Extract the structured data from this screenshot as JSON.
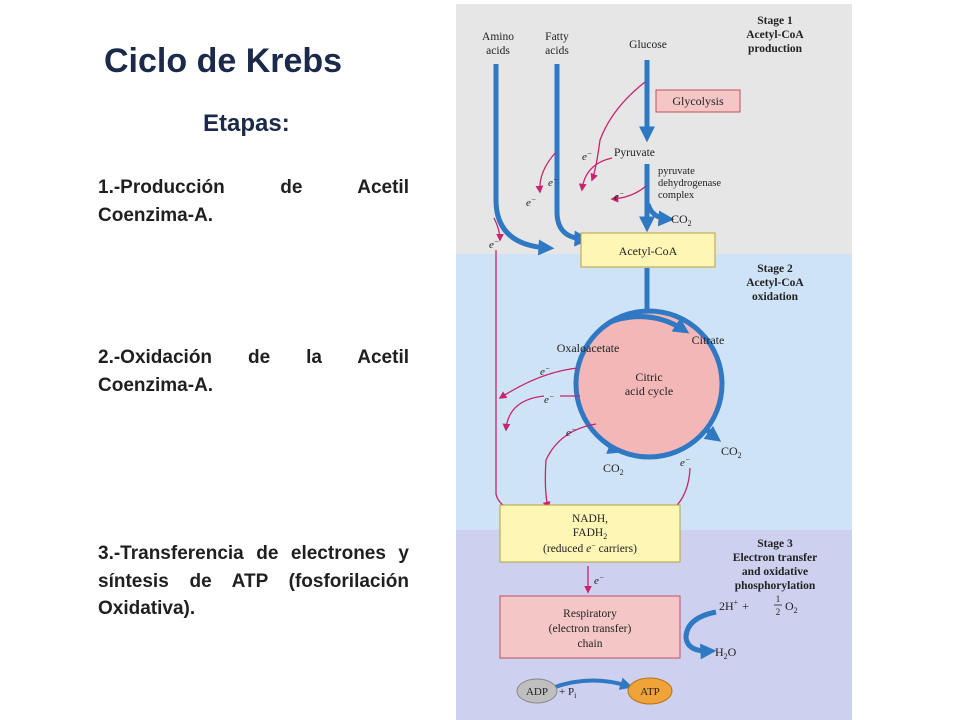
{
  "slide": {
    "title": "Ciclo de Krebs",
    "subtitle": "Etapas:",
    "steps": [
      "1.-Producción de Acetil Coenzima-A.",
      "2.-Oxidación de la Acetil Coenzima-A.",
      "3.-Transferencia de electrones y síntesis de ATP (fosforilación Oxidativa)."
    ]
  },
  "diagram": {
    "stage1": {
      "line1": "Stage 1",
      "line2": "Acetyl-CoA",
      "line3": "production"
    },
    "stage2": {
      "line1": "Stage 2",
      "line2": "Acetyl-CoA",
      "line3": "oxidation"
    },
    "stage3": {
      "line1": "Stage 3",
      "line2": "Electron transfer",
      "line3": "and oxidative",
      "line4": "phosphorylation"
    },
    "inputs": {
      "amino1": "Amino",
      "amino2": "acids",
      "fatty1": "Fatty",
      "fatty2": "acids",
      "glucose": "Glucose"
    },
    "glycolysis": "Glycolysis",
    "pyruvate": "Pyruvate",
    "pdh": {
      "line1": "pyruvate",
      "line2": "dehydrogenase",
      "line3": "complex"
    },
    "co2": "CO",
    "sub2": "2",
    "acetyl_coa": "Acetyl-CoA",
    "oxaloacetate": "Oxaloacetate",
    "citrate": "Citrate",
    "cycle": {
      "line1": "Citric",
      "line2": "acid cycle"
    },
    "electron": "e",
    "minus": "−",
    "carriers": {
      "line1": "NADH,",
      "line2": "FADH",
      "line3a": "(reduced ",
      "line3b": " carriers)"
    },
    "respiratory": {
      "line1": "Respiratory",
      "line2": "(electron transfer)",
      "line3": "chain"
    },
    "proton_eq": {
      "coef": "2H",
      "plus_sign": "+",
      "op": "+",
      "num": "1",
      "den": "2",
      "o": "O"
    },
    "water": {
      "h": "H",
      "o": "O"
    },
    "adp": "ADP",
    "pi": {
      "plus": "+ P",
      "sub": "i"
    },
    "atp": "ATP",
    "colors": {
      "stage1_bg": "#e6e6e6",
      "stage2_bg": "#cfe3f7",
      "stage3_bg": "#cdd0ee",
      "blue_arrow": "#2f78c4",
      "magenta_arrow": "#c8246e",
      "cycle_fill": "#f4b7b7",
      "yellow_box": "#fdf6b5",
      "pink_box": "#f5c6c6",
      "atp_fill": "#f0a338",
      "adp_fill": "#bfbfbf"
    }
  }
}
